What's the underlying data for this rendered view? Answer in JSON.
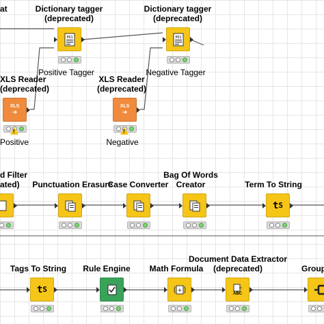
{
  "nodes": {
    "dict_tagger_pos": {
      "title_line1": "Dictionary tagger",
      "title_line2": "(deprecated)",
      "caption": "Positive Tagger",
      "icon": "dictionary-icon",
      "color": "#f5c518"
    },
    "dict_tagger_neg": {
      "title_line1": "Dictionary tagger",
      "title_line2": "(deprecated)",
      "caption": "Negative Tagger",
      "icon": "dictionary-icon",
      "color": "#f5c518"
    },
    "xls_pos": {
      "title_line1": "XLS Reader",
      "title_line2": "(deprecated)",
      "caption": "Positive",
      "icon_text": "XLS",
      "icon_arrow": "➜",
      "color": "#f08a3c"
    },
    "xls_neg": {
      "title_line1": "XLS Reader",
      "title_line2": "(deprecated)",
      "caption": "Negative",
      "icon_text": "XLS",
      "icon_arrow": "➜",
      "color": "#f08a3c"
    },
    "word_filter": {
      "title_line1": "d Filter",
      "title_line2": "ated)"
    },
    "punctuation": {
      "title": "Punctuation Erasure"
    },
    "case_converter": {
      "title": "Case Converter"
    },
    "bag_of_words": {
      "title_line1": "Bag Of Words",
      "title_line2": "Creator"
    },
    "term_to_string": {
      "title": "Term To String",
      "icon_text": "t",
      "icon_sub": "S"
    },
    "tags_to_string": {
      "title": "Tags To String",
      "icon_text": "t",
      "icon_sub": "S"
    },
    "rule_engine": {
      "title": "Rule Engine",
      "icon": "checklist-icon",
      "color": "#3aa35a"
    },
    "math_formula": {
      "title": "Math Formula",
      "icon": "formula-icon"
    },
    "doc_data_extractor": {
      "title_line1": "Document Data Extractor",
      "title_line2": "(deprecated)",
      "icon_sub": "ABC"
    },
    "groupby": {
      "title": "Group"
    }
  },
  "top_left_fragment": "at",
  "status_colors": {
    "idle": "#ffffff",
    "executed": "#7bd672",
    "warning": "#f5c518"
  },
  "warning_symbol": "!"
}
